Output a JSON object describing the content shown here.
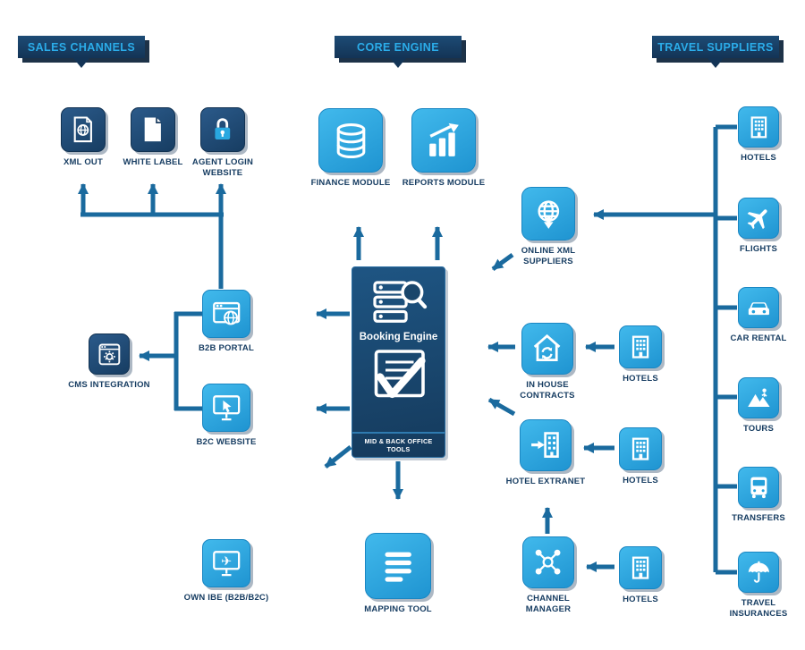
{
  "headers": {
    "sales_channels": "SALES CHANNELS",
    "core_engine": "CORE ENGINE",
    "travel_suppliers": "TRAVEL SUPPLIERS"
  },
  "booking_engine": {
    "title": "Booking Engine",
    "footer": "MID & BACK OFFICE TOOLS",
    "icons": [
      "search-servers-icon",
      "checked-document-icon"
    ]
  },
  "nodes": {
    "xml_out": {
      "label": "XML OUT",
      "icon": "document-globe-icon",
      "style": "dark"
    },
    "white_label": {
      "label": "WHITE LABEL",
      "icon": "document-icon",
      "style": "dark"
    },
    "agent_login": {
      "label": "AGENT LOGIN WEBSITE",
      "icon": "padlock-icon",
      "style": "dark"
    },
    "finance_module": {
      "label": "FINANCE MODULE",
      "icon": "coins-database-icon",
      "style": "blue"
    },
    "reports_module": {
      "label": "REPORTS MODULE",
      "icon": "bar-chart-arrow-icon",
      "style": "blue"
    },
    "b2b_portal": {
      "label": "B2B PORTAL",
      "icon": "browser-globe-icon",
      "style": "blue"
    },
    "cms_integration": {
      "label": "CMS INTEGRATION",
      "icon": "gear-window-icon",
      "style": "dark"
    },
    "b2c_website": {
      "label": "B2C WEBSITE",
      "icon": "monitor-cursor-icon",
      "style": "blue"
    },
    "own_ibe": {
      "label": "OWN IBE (B2B/B2C)",
      "icon": "monitor-plane-icon",
      "style": "blue"
    },
    "mapping_tool": {
      "label": "MAPPING TOOL",
      "icon": "list-lines-icon",
      "style": "blue"
    },
    "online_xml_suppliers": {
      "label": "ONLINE XML SUPPLIERS",
      "icon": "globe-download-icon",
      "style": "blue"
    },
    "in_house_contracts": {
      "label": "IN HOUSE CONTRACTS",
      "icon": "house-sync-icon",
      "style": "blue"
    },
    "hotel_extranet": {
      "label": "HOTEL EXTRANET",
      "icon": "building-arrow-icon",
      "style": "blue"
    },
    "channel_manager": {
      "label": "CHANNEL MANAGER",
      "icon": "network-nodes-icon",
      "style": "blue"
    },
    "hotels_mid_1": {
      "label": "HOTELS",
      "icon": "building-icon",
      "style": "blue"
    },
    "hotels_mid_2": {
      "label": "HOTELS",
      "icon": "building-icon",
      "style": "blue"
    },
    "hotels_mid_3": {
      "label": "HOTELS",
      "icon": "building-icon",
      "style": "blue"
    },
    "hotels_supplier": {
      "label": "HOTELS",
      "icon": "building-icon",
      "style": "blue"
    },
    "flights": {
      "label": "FLIGHTS",
      "icon": "airplane-icon",
      "style": "blue"
    },
    "car_rental": {
      "label": "CAR RENTAL",
      "icon": "car-icon",
      "style": "blue"
    },
    "tours": {
      "label": "TOURS",
      "icon": "mountains-hiker-icon",
      "style": "blue"
    },
    "transfers": {
      "label": "TRANSFERS",
      "icon": "bus-icon",
      "style": "blue"
    },
    "travel_insurances": {
      "label": "TRAVEL INSURANCES",
      "icon": "umbrella-icon",
      "style": "blue"
    }
  },
  "connections": [
    {
      "from": "b2b-portal",
      "to": "xml-out"
    },
    {
      "from": "b2b-portal",
      "to": "white-label"
    },
    {
      "from": "b2b-portal",
      "to": "agent-login-website"
    },
    {
      "from": "b2b-b2c-group",
      "to": "cms-integration"
    },
    {
      "from": "booking-engine",
      "to": "finance-module"
    },
    {
      "from": "booking-engine",
      "to": "reports-module"
    },
    {
      "from": "booking-engine",
      "to": "b2b-portal"
    },
    {
      "from": "booking-engine",
      "to": "b2c-website"
    },
    {
      "from": "booking-engine",
      "to": "own-ibe"
    },
    {
      "from": "booking-engine",
      "to": "mapping-tool"
    },
    {
      "from": "online-xml-suppliers",
      "to": "booking-engine"
    },
    {
      "from": "in-house-contracts",
      "to": "booking-engine"
    },
    {
      "from": "hotel-extranet",
      "to": "booking-engine"
    },
    {
      "from": "channel-manager",
      "to": "hotel-extranet"
    },
    {
      "from": "hotels",
      "to": "in-house-contracts"
    },
    {
      "from": "hotels",
      "to": "hotel-extranet"
    },
    {
      "from": "hotels",
      "to": "channel-manager"
    },
    {
      "from": "travel-suppliers",
      "to": "online-xml-suppliers"
    }
  ],
  "colors": {
    "accent_blue": "#29a8e0",
    "dark_navy": "#16395e",
    "arrow_blue": "#1a6a9e",
    "label_text": "#173d62",
    "header_text": "#2badea",
    "background": "#ffffff"
  }
}
